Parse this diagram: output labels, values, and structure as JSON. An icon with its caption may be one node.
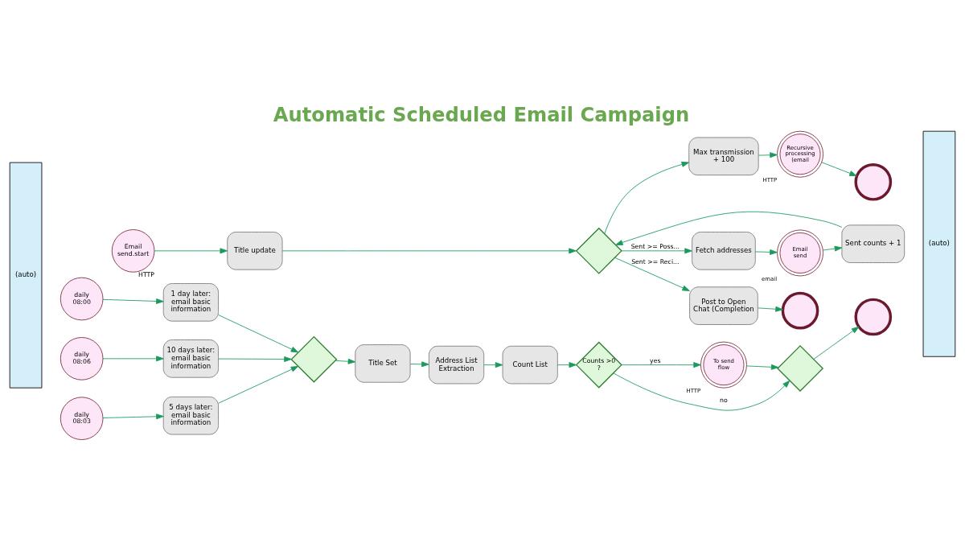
{
  "diagram": {
    "title": "Automatic Scheduled Email Campaign",
    "nodes": [
      {
        "text": [
          "(auto)"
        ]
      },
      {
        "text": [
          "(auto)"
        ]
      },
      {
        "text": [
          "daily 08:00"
        ]
      },
      {
        "text": [
          "1 day later: email basic information"
        ]
      },
      {
        "text": [
          "daily 08:03"
        ]
      },
      {
        "text": [
          "5 days later: email basic information"
        ]
      },
      {
        "text": [
          "daily 08:06"
        ]
      },
      {
        "text": [
          "10 days later: email basic information"
        ]
      },
      {
        "text": [],
        "shape": "diamond"
      },
      {
        "text": [
          "Title Set"
        ]
      },
      {
        "text": [
          "Address List Extraction"
        ]
      },
      {
        "text": [
          "Count List"
        ]
      },
      {
        "text": [
          "Counts >0 ?"
        ]
      },
      {
        "text": [
          "To send flow"
        ],
        "beside": [
          "HTTP"
        ]
      },
      {
        "text": [],
        "shape": "diamond"
      },
      {
        "text": [],
        "shape": "circle"
      },
      {
        "text": [
          "Email send.start"
        ],
        "beside": [
          "HTTP"
        ]
      },
      {
        "text": [
          "Title update"
        ]
      },
      {
        "text": [],
        "shape": "diamond"
      },
      {
        "text": [
          "Fetch addresses"
        ]
      },
      {
        "text": [
          "Email send"
        ],
        "beside": [
          "email"
        ]
      },
      {
        "text": [
          "Sent counts + 1"
        ]
      },
      {
        "text": [
          "Post to Open Chat (Completion"
        ]
      },
      {
        "text": [],
        "shape": "circle"
      },
      {
        "text": [
          "Max transmission + 100"
        ]
      },
      {
        "text": [
          "Recursive processing (email"
        ],
        "beside": [
          "HTTP"
        ]
      },
      {
        "text": [],
        "shape": "circle"
      }
    ],
    "edges": [
      {
        "from": 2,
        "to": 3,
        "arrow": "to"
      },
      {
        "from": 4,
        "to": 5,
        "arrow": "to"
      },
      {
        "from": 6,
        "to": 7,
        "arrow": "to"
      },
      {
        "from": 3,
        "to": 8,
        "arrow": "to"
      },
      {
        "from": 5,
        "to": 8,
        "arrow": "to"
      },
      {
        "from": 7,
        "to": 8,
        "arrow": "to"
      },
      {
        "from": 8,
        "to": 9,
        "arrow": "to"
      },
      {
        "from": 9,
        "to": 10,
        "arrow": "to"
      },
      {
        "from": 10,
        "to": 11,
        "arrow": "to"
      },
      {
        "from": 11,
        "to": 12,
        "arrow": "to"
      },
      {
        "from": 12,
        "to": 13,
        "arrow": "to",
        "label": "yes"
      },
      {
        "from": 12,
        "to": 14,
        "arrow": "to",
        "label": "no"
      },
      {
        "from": 13,
        "to": 14,
        "arrow": "to"
      },
      {
        "from": 14,
        "to": 15,
        "arrow": "to"
      },
      {
        "from": 16,
        "to": 17,
        "arrow": "to"
      },
      {
        "from": 17,
        "to": 18,
        "arrow": "to"
      },
      {
        "from": 18,
        "to": 19,
        "arrow": "to",
        "label": "Sent >= Poss..."
      },
      {
        "from": 18,
        "to": 24,
        "arrow": "to"
      },
      {
        "from": 18,
        "to": 22,
        "arrow": "to",
        "label": "Sent >= Reci..."
      },
      {
        "from": 19,
        "to": 20,
        "arrow": "to"
      },
      {
        "from": 20,
        "to": 21,
        "arrow": "to"
      },
      {
        "from": 21,
        "to": 18,
        "arrow": "to"
      },
      {
        "from": 22,
        "to": 23,
        "arrow": "to"
      },
      {
        "from": 24,
        "to": 25,
        "arrow": "to"
      },
      {
        "from": 25,
        "to": 26,
        "arrow": "to"
      }
    ]
  }
}
